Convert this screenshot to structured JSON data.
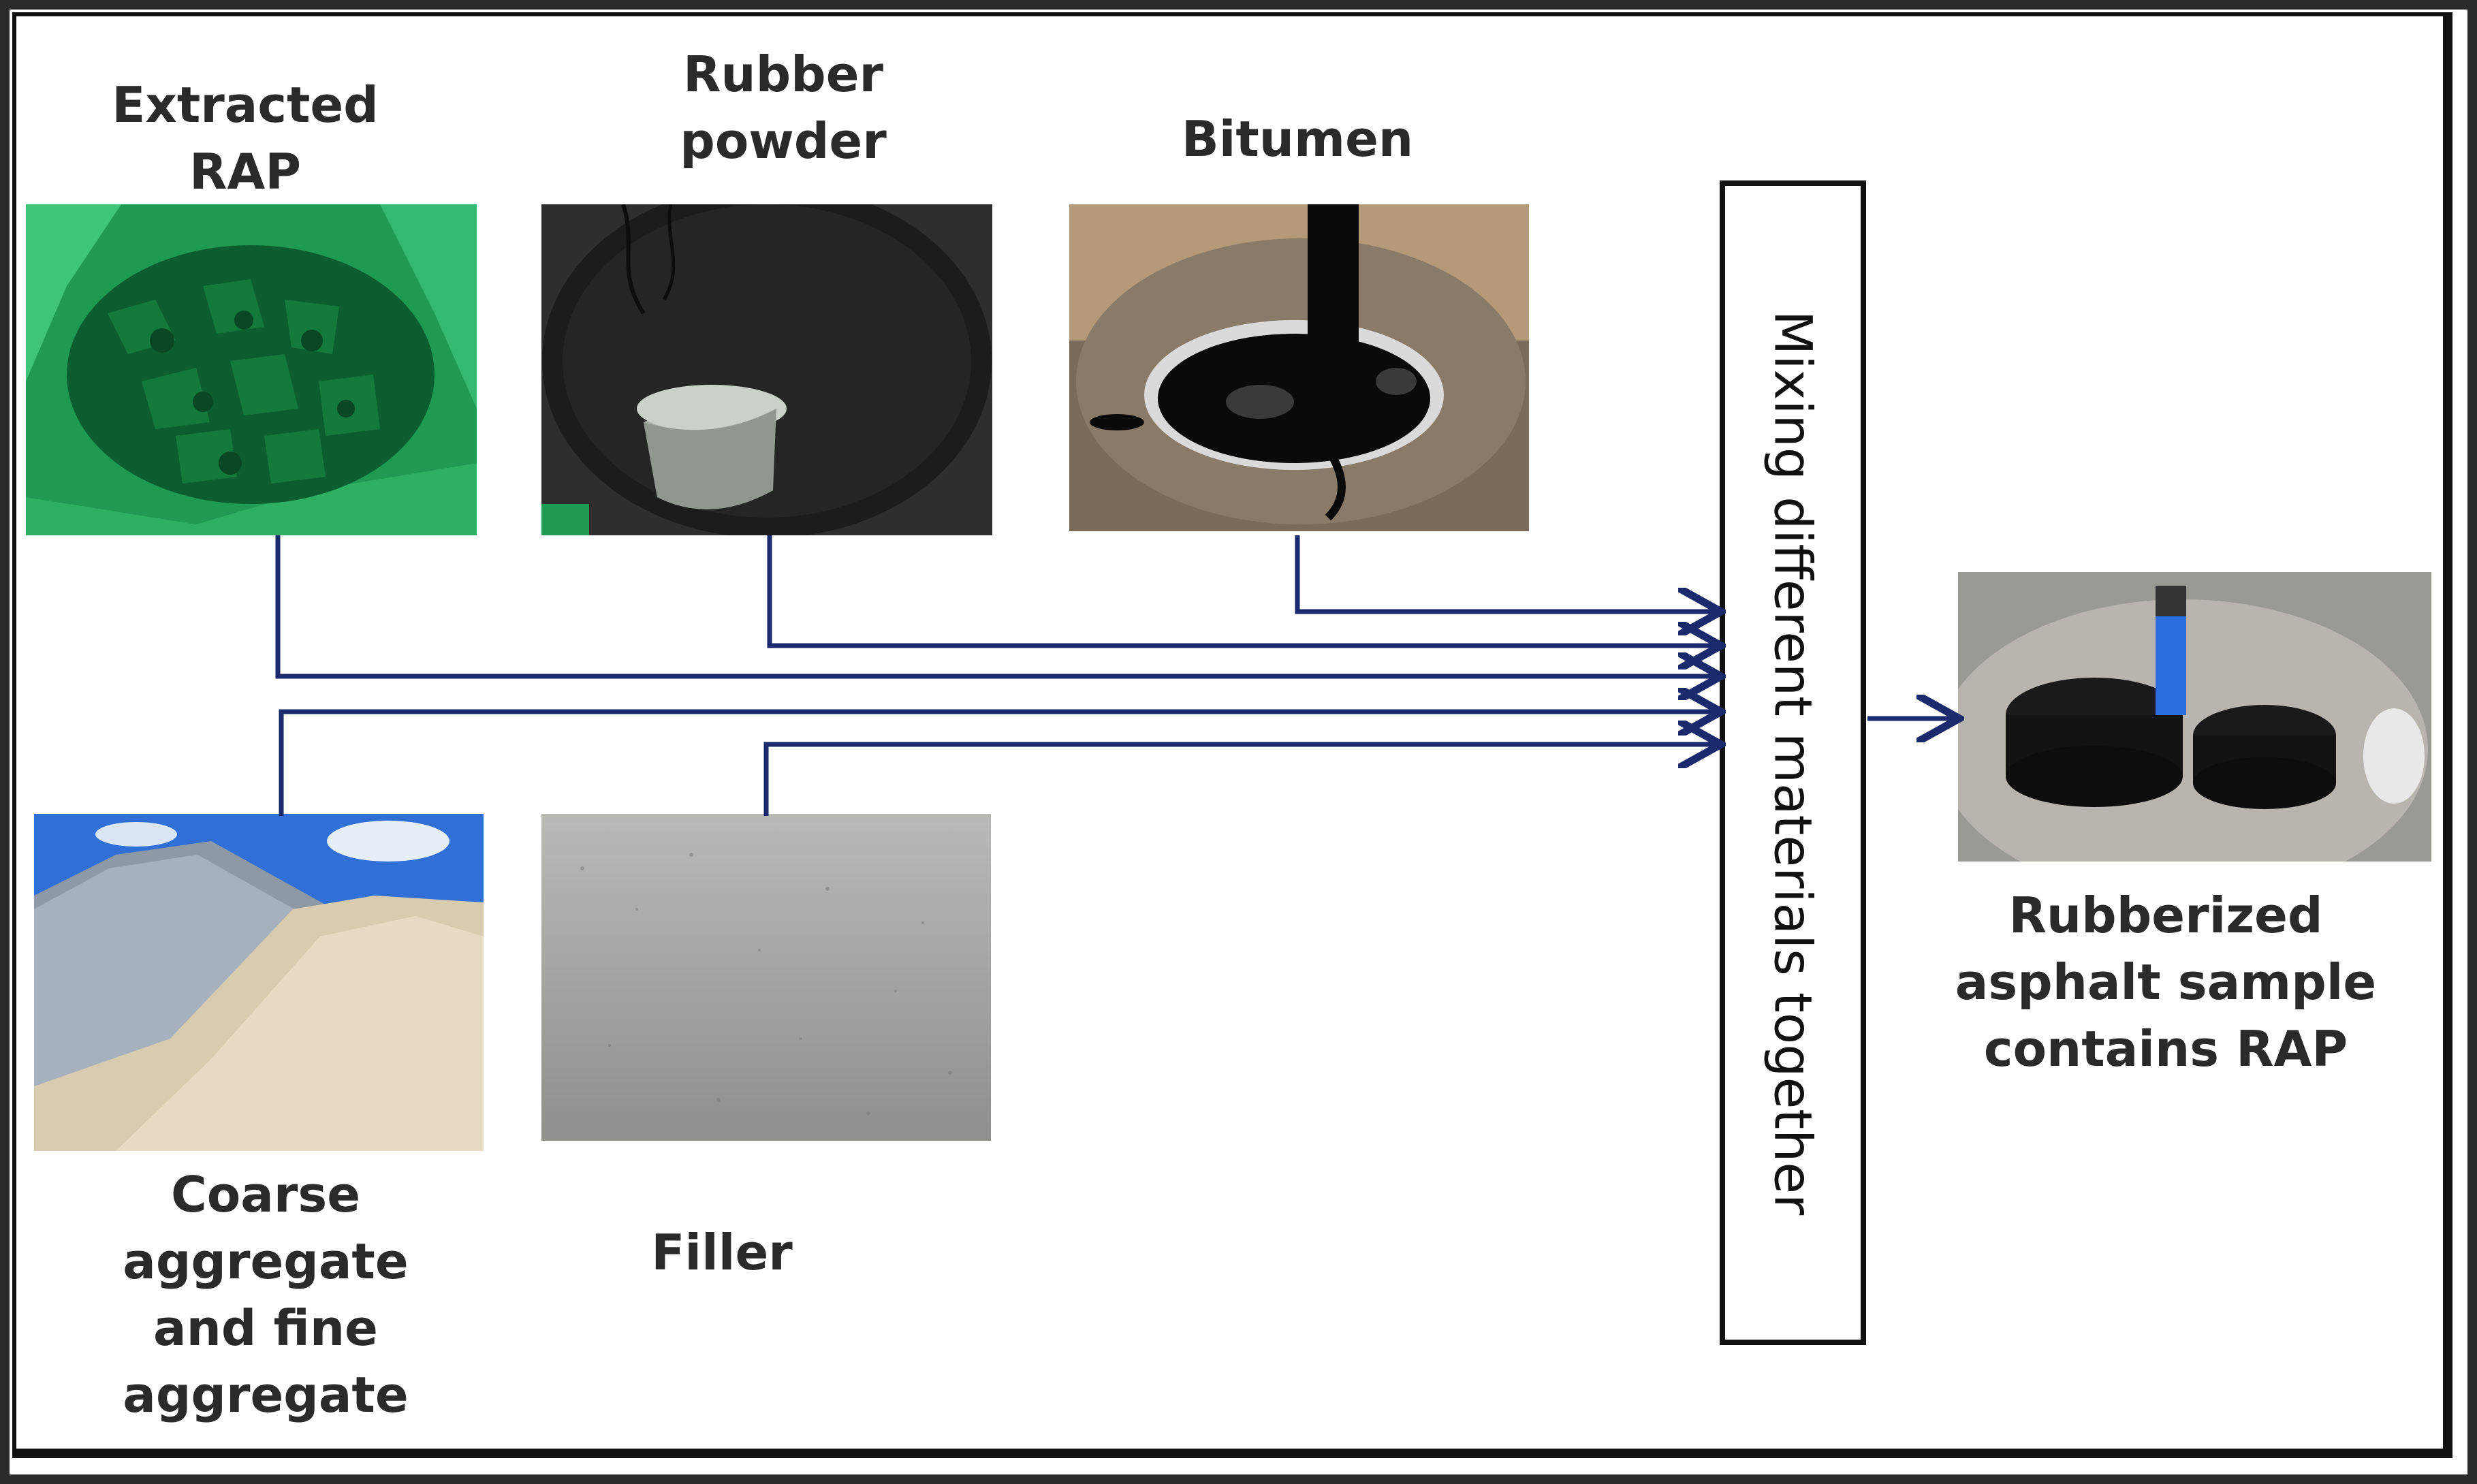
{
  "labels": {
    "extracted_rap": "Extracted\nRAP",
    "rubber_powder": "Rubber\npowder",
    "bitumen": "Bitumen",
    "coarse_fine": "Coarse\naggregate\nand fine\naggregate",
    "filler": "Filler",
    "result": "Rubberized\nasphalt sample\ncontains  RAP"
  },
  "mixing": "Mixing different materials together",
  "colors": {
    "arrow": "#1a2a6c",
    "frame": "#111111",
    "text": "#2a2a2a"
  }
}
